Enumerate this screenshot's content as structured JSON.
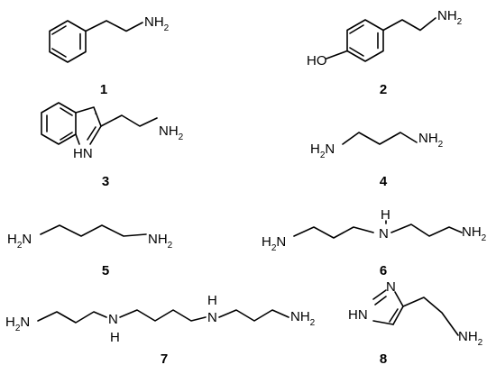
{
  "compounds": [
    {
      "number": "1",
      "groups": {
        "amine": "NH",
        "amine_sub": "2"
      }
    },
    {
      "number": "2",
      "groups": {
        "amine": "NH",
        "amine_sub": "2",
        "hydroxyl": "HO"
      }
    },
    {
      "number": "3",
      "groups": {
        "amine": "NH",
        "amine_sub": "2",
        "ring_nh": "HN"
      }
    },
    {
      "number": "4",
      "groups": {
        "amine_left": "H",
        "amine_left_sub": "2",
        "amine_left_n": "N",
        "amine_right": "NH",
        "amine_right_sub": "2"
      }
    },
    {
      "number": "5",
      "groups": {
        "amine_left": "H",
        "amine_left_sub": "2",
        "amine_left_n": "N",
        "amine_right": "NH",
        "amine_right_sub": "2"
      }
    },
    {
      "number": "6",
      "groups": {
        "amine_left": "H",
        "amine_left_sub": "2",
        "amine_left_n": "N",
        "imine_h": "H",
        "imine_n": "N",
        "amine_right": "NH",
        "amine_right_sub": "2"
      }
    },
    {
      "number": "7",
      "groups": {
        "amine_left": "H",
        "amine_left_sub": "2",
        "amine_left_n": "N",
        "imine1_n": "N",
        "imine1_h": "H",
        "imine2_h": "H",
        "imine2_n": "N",
        "amine_right": "NH",
        "amine_right_sub": "2"
      }
    },
    {
      "number": "8",
      "groups": {
        "ring_n": "N",
        "ring_hn": "HN",
        "amine": "NH",
        "amine_sub": "2"
      }
    }
  ]
}
